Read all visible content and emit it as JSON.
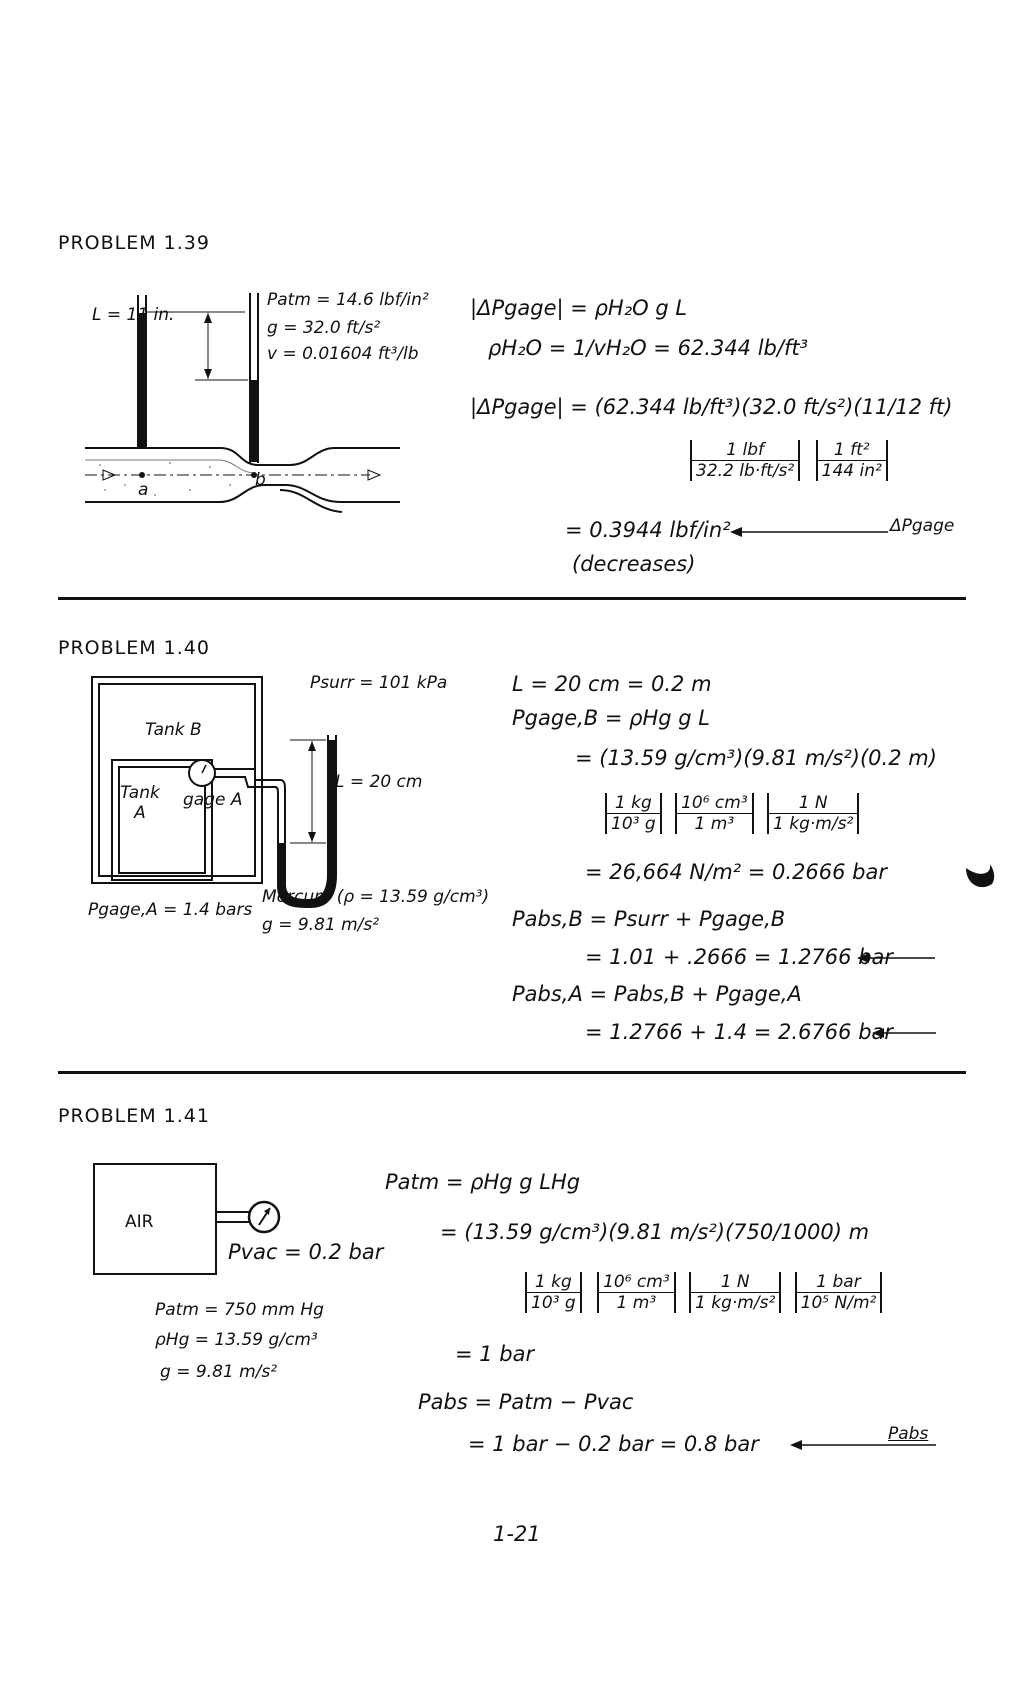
{
  "p139": {
    "title": "PROBLEM 1.39",
    "L_label": "L = 11 in.",
    "patm": "Patm = 14.6 lbf/in²",
    "g": "g = 32.0 ft/s²",
    "v": "v = 0.01604 ft³/lb",
    "point_a": "a",
    "point_b": "b",
    "eq1": "|ΔPgage| = ρH₂O g L",
    "eq2": "ρH₂O = 1/vH₂O = 62.344 lb/ft³",
    "eq3": "|ΔPgage| = (62.344 lb/ft³)(32.0 ft/s²)(11/12 ft)",
    "conv1_num": "1 lbf",
    "conv1_den": "32.2 lb·ft/s²",
    "conv2_num": "1 ft²",
    "conv2_den": "144 in²",
    "result": "= 0.3944 lbf/in²",
    "note": "(decreases)",
    "answer_label": "ΔPgage"
  },
  "p140": {
    "title": "PROBLEM 1.40",
    "psurr": "Psurr = 101 kPa",
    "tank_b": "Tank B",
    "tank_a": "Tank A",
    "gage_a": "gage A",
    "L_label": "L = 20 cm",
    "pgage_a": "Pgage,A = 1.4 bars",
    "mercury": "Mercury (ρ = 13.59 g/cm³)",
    "g": "g = 9.81 m/s²",
    "eq1": "L = 20 cm = 0.2 m",
    "eq2": "Pgage,B = ρHg g L",
    "eq3": "= (13.59 g/cm³)(9.81 m/s²)(0.2 m)",
    "conv1_num": "1 kg",
    "conv1_den": "10³ g",
    "conv2_num": "10⁶ cm³",
    "conv2_den": "1 m³",
    "conv3_num": "1 N",
    "conv3_den": "1 kg·m/s²",
    "eq4": "= 26,664 N/m² = 0.2666 bar",
    "eq5": "Pabs,B = Psurr + Pgage,B",
    "eq6": "= 1.01 + .2666 = 1.2766 bar",
    "eq7": "Pabs,A = Pabs,B + Pgage,A",
    "eq8": "= 1.2766 + 1.4 = 2.6766 bar"
  },
  "p141": {
    "title": "PROBLEM 1.41",
    "air": "AIR",
    "pvac": "Pvac = 0.2 bar",
    "patm": "Patm = 750 mm Hg",
    "rho": "ρHg = 13.59 g/cm³",
    "g": "g = 9.81 m/s²",
    "eq1": "Patm = ρHg g LHg",
    "eq2": "= (13.59 g/cm³)(9.81 m/s²)(750/1000) m",
    "conv1_num": "1 kg",
    "conv1_den": "10³ g",
    "conv2_num": "10⁶ cm³",
    "conv2_den": "1 m³",
    "conv3_num": "1 N",
    "conv3_den": "1 kg·m/s²",
    "conv4_num": "1 bar",
    "conv4_den": "10⁵ N/m²",
    "eq3": "= 1 bar",
    "eq4": "Pabs = Patm − Pvac",
    "eq5": "= 1 bar − 0.2 bar = 0.8 bar",
    "answer_label": "Pabs"
  },
  "page_number": "1-21"
}
